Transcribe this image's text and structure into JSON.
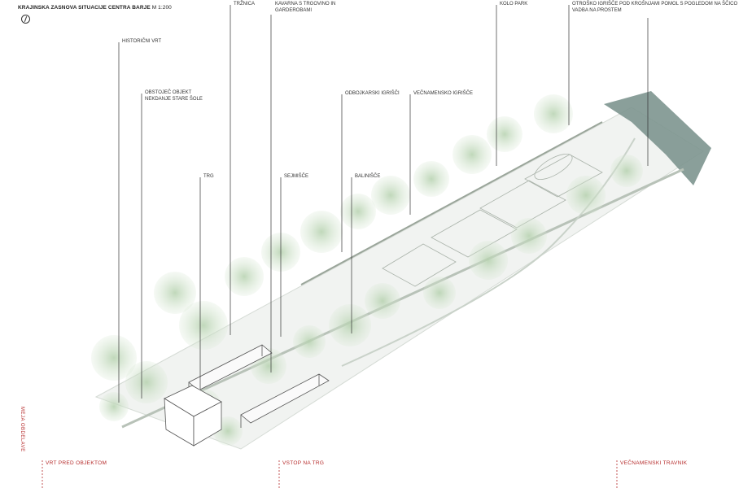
{
  "header": {
    "title": "KRAJINSKA ZASNOVA SITUACIJE CENTRA BARJE",
    "scale": "M 1:200"
  },
  "icons": {
    "north": "north-arrow-icon"
  },
  "labels": {
    "historicni_vrt": "HISTORIČNI VRT",
    "obstojeci_objekt_1": "OBSTOJEČ OBJEKT",
    "obstojeci_objekt_2": "NEKDANJE STARE ŠOLE",
    "trg": "TRG",
    "traznica": "TRŽNICA",
    "kavarna_1": "KAVARNA S TRGOVINO IN",
    "kavarna_2": "GARDEROBAMI",
    "sejmisce": "SEJMIŠČE",
    "balinisce": "BALINIŠČE",
    "odbojkarski": "ODBOJKARSKI IGRIŠČI",
    "vecnamensko": "VEČNAMENSKO IGRIŠČE",
    "kolo_park": "KOLO PARK",
    "otrosko_1": "OTROŠKO IGRIŠČE POD KROŠNJAMI POMOL S POGLEDOM NA ŠČICO",
    "otrosko_2": "VADBA NA PROSTEM"
  },
  "sections": {
    "meja": "MEJA OBDELAVE",
    "vrt": "VRT PRED OBJEKTOM",
    "vstop": "VSTOP NA TRG",
    "travnik": "VEČNAMENSKI TRAVNIK"
  },
  "colors": {
    "tree": "#c7ddc2",
    "tree_dark": "#a8c6a2",
    "site": "#f2f4f2",
    "water": "#7e9791",
    "accent": "#b52a2a"
  }
}
